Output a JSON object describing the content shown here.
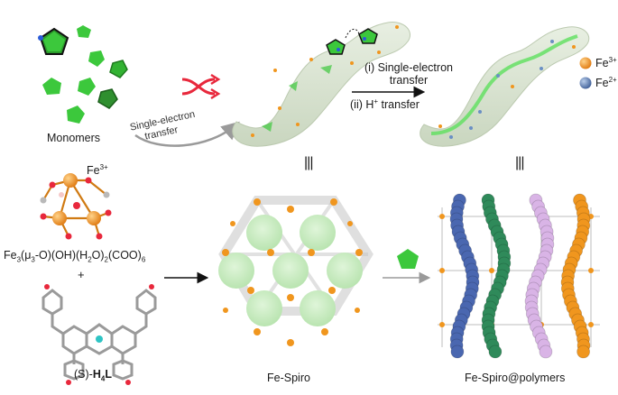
{
  "labels": {
    "monomers": "Monomers",
    "set_transfer_1": "Single-electron",
    "set_transfer_2": "transfer",
    "step_i_1": "(i) Single-electron",
    "step_i_2": "transfer",
    "step_ii": "(ii) H",
    "step_ii_sup": "+",
    "step_ii_end": " transfer",
    "fe3_cluster": "Fe",
    "fe3_cluster_sup": "3+",
    "legend_fe3": "Fe",
    "legend_fe3_sup": "3+",
    "legend_fe2": "Fe",
    "legend_fe2_sup": "2+",
    "equiv_1": "|||",
    "equiv_2": "|||",
    "formula_prefix": "Fe",
    "formula_sub3": "3",
    "formula_mid1": "(μ",
    "formula_sub_mu": "3",
    "formula_mid2": "-O)(OH)(H",
    "formula_sub_h2": "2",
    "formula_mid3": "O)",
    "formula_sub_2b": "2",
    "formula_mid4": "(COO)",
    "formula_sub6": "6",
    "plus": "+",
    "ligand_prefix": "(S)-",
    "ligand_h": "H",
    "ligand_sub4": "4",
    "ligand_l": "L",
    "fe_spiro": "Fe-Spiro",
    "fe_spiro_polymers": "Fe-Spiro@polymers"
  },
  "colors": {
    "monomer_green": "#3cc83c",
    "monomer_dark": "#1f7a1f",
    "tube_fill": "#d9e4d0",
    "fe3_orange": "#f0961e",
    "fe2_blue": "#6a8fc4",
    "shuffle_red": "#e8283c",
    "pore_green": "#c9ecc2",
    "chain_blue": "#4a67b0",
    "chain_green": "#2f8a5a",
    "chain_pink": "#d9b4e6",
    "chain_orange": "#f0961e",
    "arrow_gray": "#8c8c8c"
  },
  "icons": [
    "monomer-pentagon-icon",
    "pyrrole-icon",
    "shuffle-arrows-icon",
    "fe3-legend-icon",
    "fe2-legend-icon"
  ]
}
